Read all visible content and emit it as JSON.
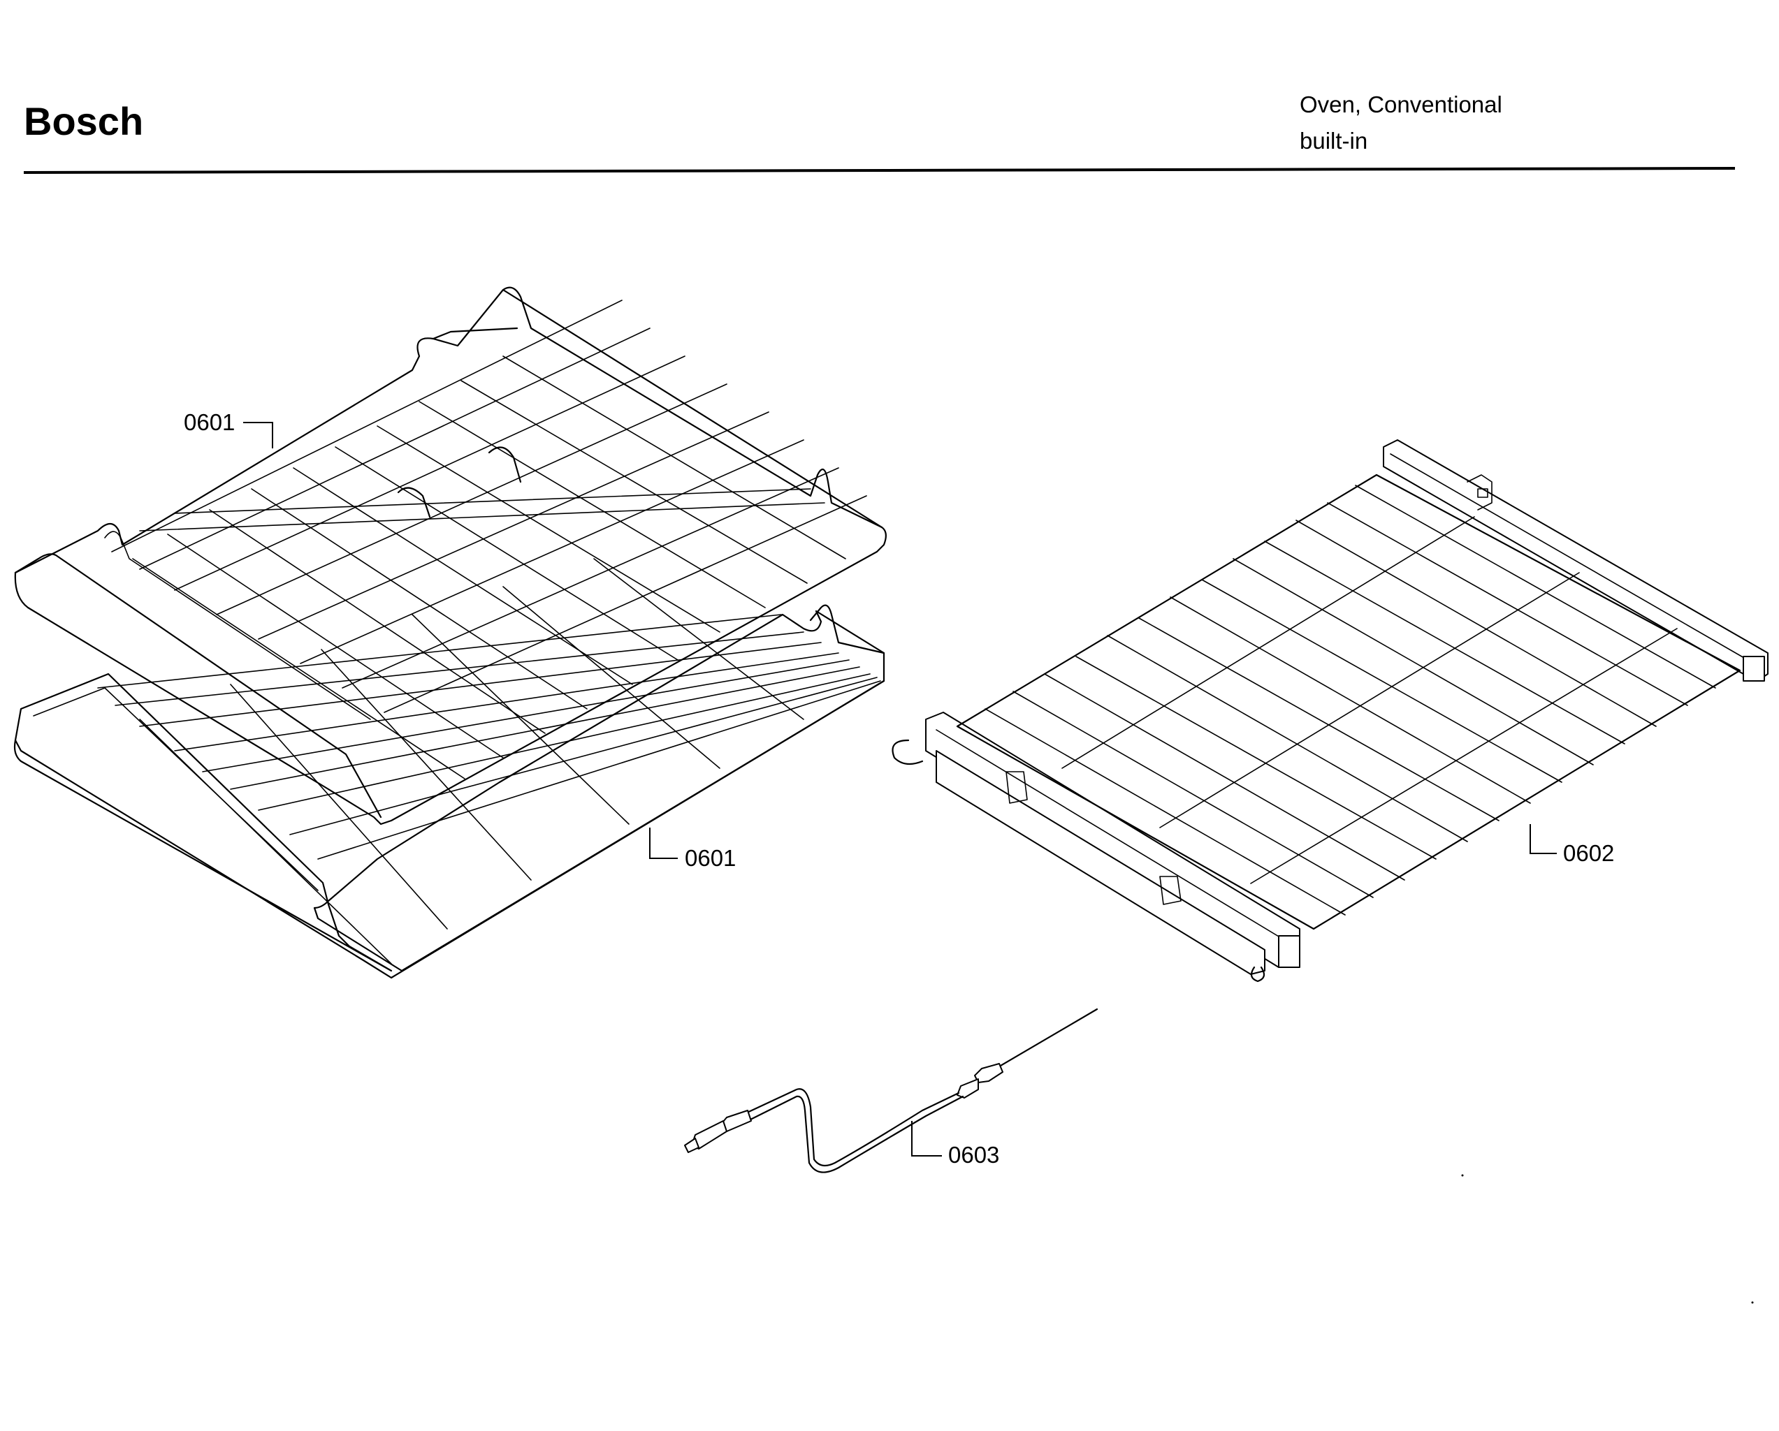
{
  "header": {
    "brand": "Bosch",
    "product_line1": "Oven, Conventional",
    "product_line2": "built-in"
  },
  "parts": [
    {
      "id": "0601",
      "label": "0601",
      "part": "upper-wire-rack"
    },
    {
      "id": "0601",
      "label": "0601",
      "part": "lower-wire-rack"
    },
    {
      "id": "0602",
      "label": "0602",
      "part": "telescopic-rack"
    },
    {
      "id": "0603",
      "label": "0603",
      "part": "meat-probe"
    }
  ]
}
